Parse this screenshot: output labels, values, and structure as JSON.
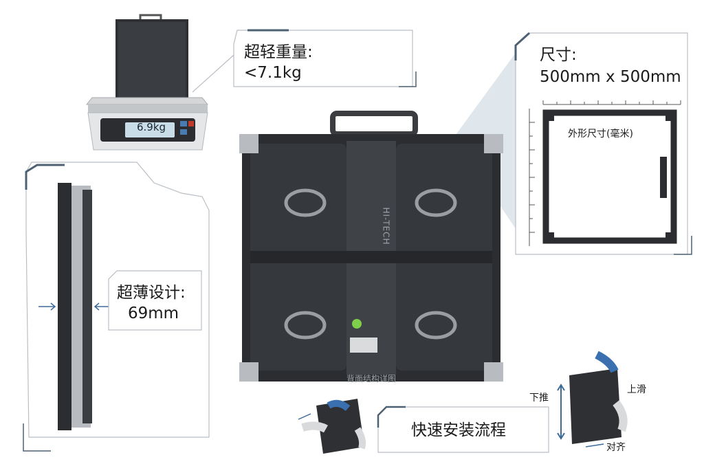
{
  "weight": {
    "title": "超轻重量:",
    "value": "<7.1kg",
    "scale_display": "6.9kg"
  },
  "size": {
    "title": "尺寸:",
    "value": "500mm x 500mm",
    "frame_label": "外形尺寸(毫米)"
  },
  "thickness": {
    "title": "超薄设计:",
    "value": "69mm"
  },
  "back": {
    "brand": "HI-TECH",
    "caption": "背面结构详图"
  },
  "install": {
    "title": "快速安装流程",
    "push_down": "下推",
    "slide_up": "上滑",
    "align": "对齐"
  },
  "colors": {
    "panel": "#2b2d30",
    "callout_border": "#b9bec4",
    "accent_line": "#4d6173",
    "arrow_blue": "#3b6a9a"
  }
}
